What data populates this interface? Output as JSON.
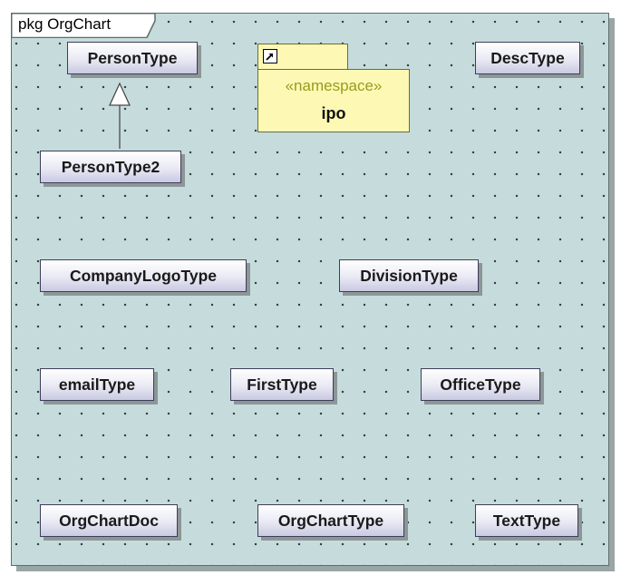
{
  "package": {
    "label": "pkg OrgChart"
  },
  "namespace": {
    "stereotype": "«namespace»",
    "name": "ipo"
  },
  "classes": {
    "person_type": "PersonType",
    "person_type2": "PersonType2",
    "desc_type": "DescType",
    "company_logo_type": "CompanyLogoType",
    "division_type": "DivisionType",
    "email_type": "emailType",
    "first_type": "FirstType",
    "office_type": "OfficeType",
    "org_chart_doc": "OrgChartDoc",
    "org_chart_type": "OrgChartType",
    "text_type": "TextType"
  },
  "relations": [
    {
      "kind": "generalization",
      "from": "PersonType2",
      "to": "PersonType"
    }
  ]
}
